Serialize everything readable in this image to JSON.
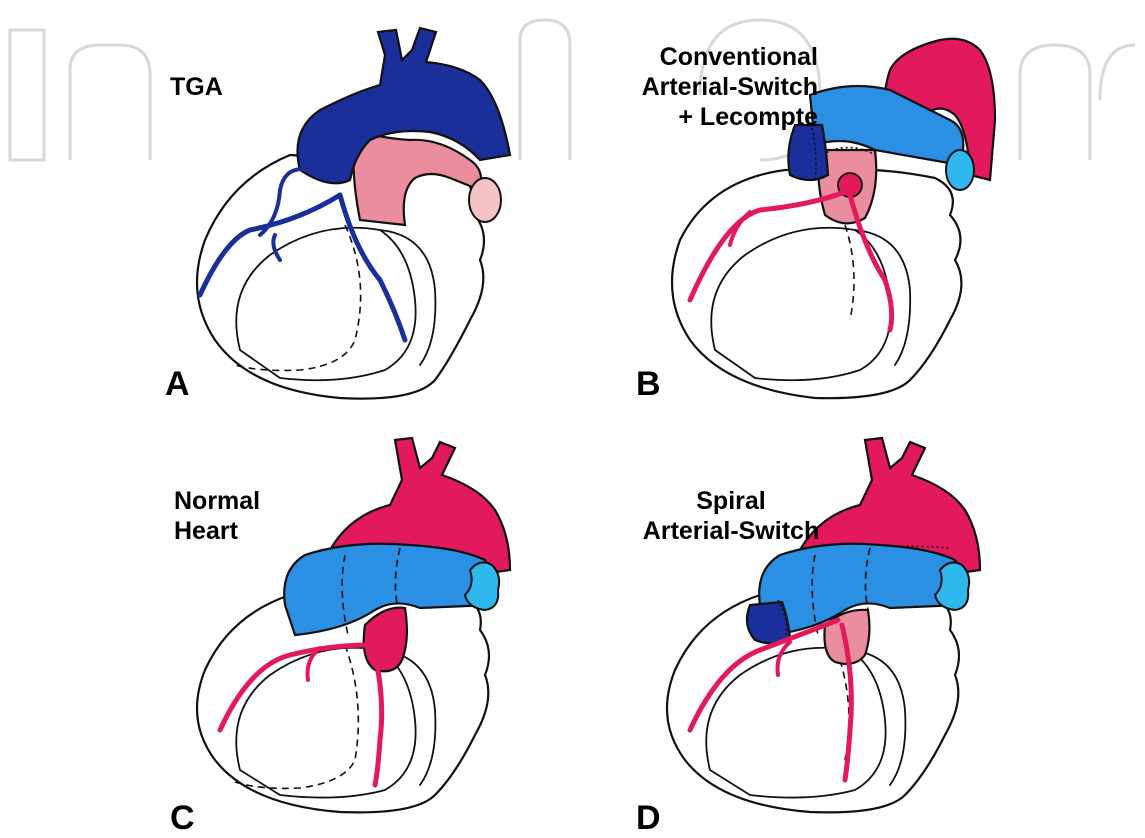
{
  "panels": [
    {
      "letter": "A",
      "title_lines": [
        "TGA"
      ]
    },
    {
      "letter": "B",
      "title_lines": [
        "Conventional",
        "Arterial-Switch",
        "+ Lecompte"
      ]
    },
    {
      "letter": "C",
      "title_lines": [
        "Normal",
        "Heart"
      ]
    },
    {
      "letter": "D",
      "title_lines": [
        "Spiral",
        "Arterial-Switch"
      ]
    }
  ],
  "colors": {
    "deep_blue": "#1a2f9a",
    "light_blue": "#2b8fe3",
    "cyan_blue": "#2fb8ee",
    "red": "#e2195a",
    "pink": "#e98d9f",
    "pale_pink": "#f3c2c6",
    "outline": "#111111",
    "watermark": "#d8d8d8"
  }
}
